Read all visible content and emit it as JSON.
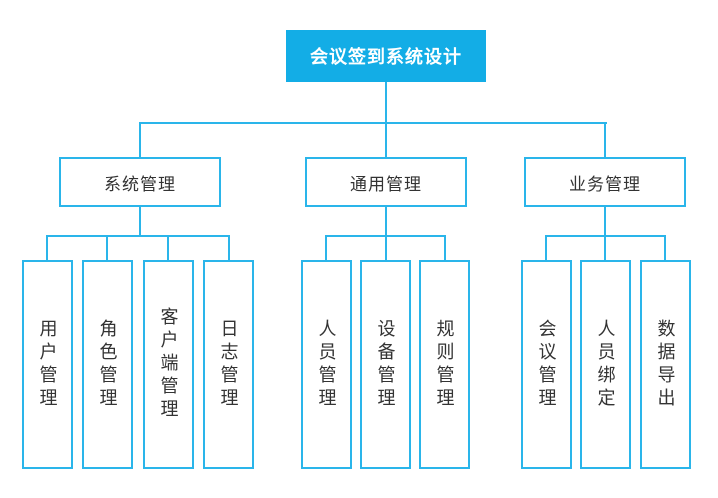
{
  "diagram": {
    "root": {
      "label": "会议签到系统设计"
    },
    "branches": [
      {
        "label": "系统管理",
        "children": [
          {
            "label": "用户管理"
          },
          {
            "label": "角色管理"
          },
          {
            "label": "客户端管理"
          },
          {
            "label": "日志管理"
          }
        ]
      },
      {
        "label": "通用管理",
        "children": [
          {
            "label": "人员管理"
          },
          {
            "label": "设备管理"
          },
          {
            "label": "规则管理"
          }
        ]
      },
      {
        "label": "业务管理",
        "children": [
          {
            "label": "会议管理"
          },
          {
            "label": "人员绑定"
          },
          {
            "label": "数据导出"
          }
        ]
      }
    ],
    "colors": {
      "node_fill": "#13ade6",
      "connector_line": "#2ab5ea",
      "text": "#333333",
      "root_text": "#ffffff"
    }
  }
}
